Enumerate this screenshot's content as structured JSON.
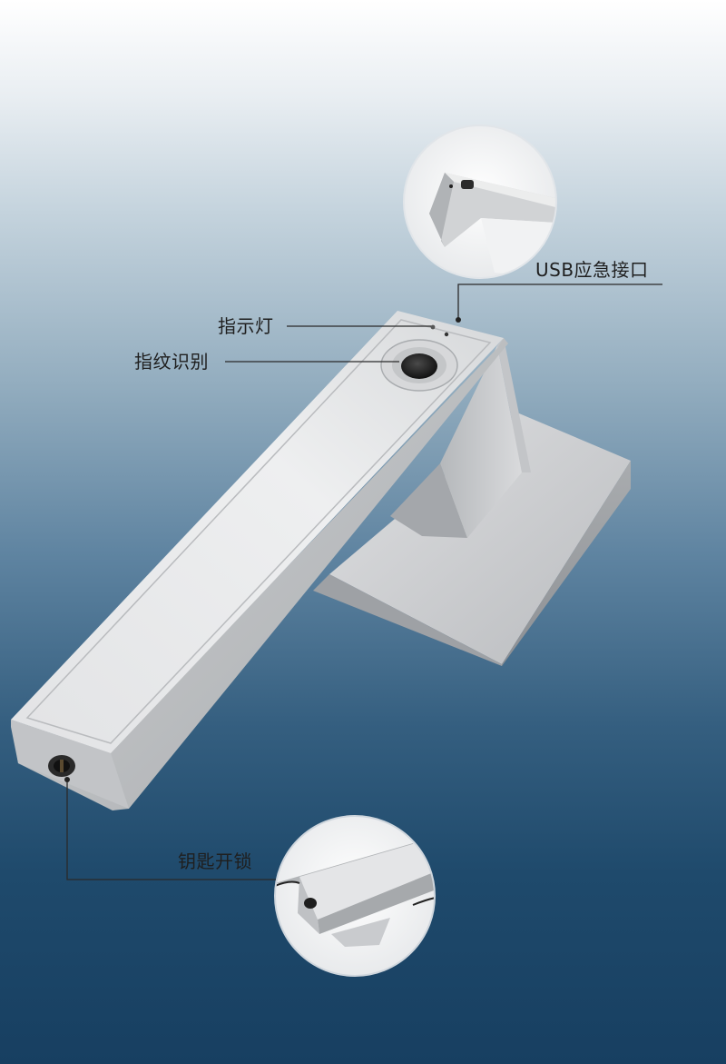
{
  "callouts": {
    "usb": "USB应急接口",
    "indicator": "指示灯",
    "fingerprint": "指纹识别",
    "key": "钥匙开锁"
  },
  "colors": {
    "background_top": "#ffffff",
    "background_bottom": "#173f61",
    "metal_light": "#e7e8ea",
    "metal_mid": "#c7c9cc",
    "metal_dark": "#9a9da1",
    "line": "#2a2a2a"
  }
}
